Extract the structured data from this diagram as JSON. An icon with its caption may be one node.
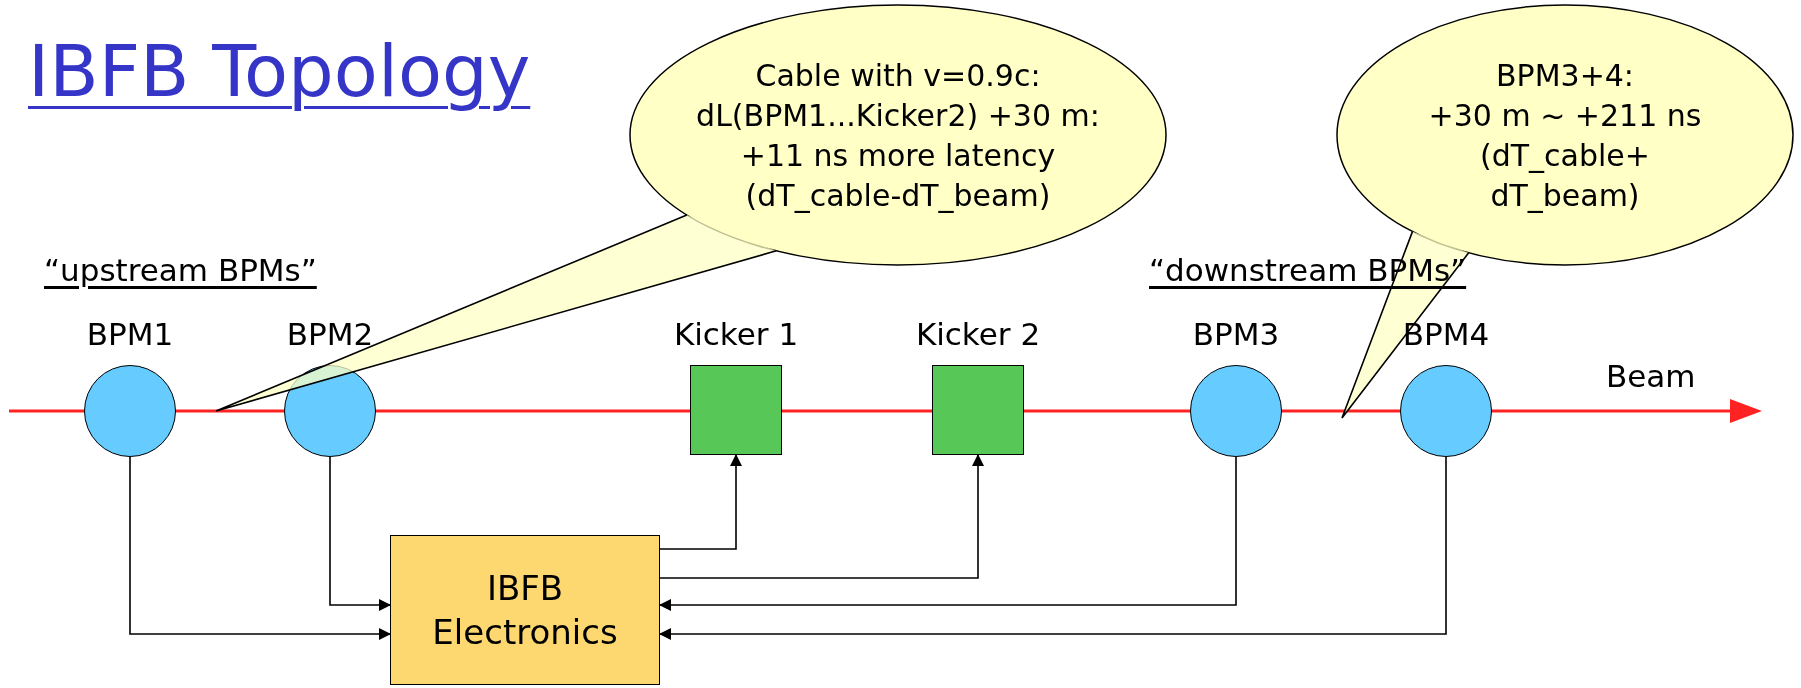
{
  "diagram": {
    "title": "IBFB Topology",
    "nodes": [
      {
        "text": [
          "Cable with v=0.9c: dL(BPM1...Kicker2) +30 m: +11 ns more latency (dT_cable-dT_beam)"
        ]
      },
      {
        "text": [
          "BPM3+4: +30 m ~ +211 ns (dT_cable+ dT_beam)"
        ]
      },
      {
        "text": [
          "BPM1"
        ]
      },
      {
        "text": [
          "BPM2"
        ]
      },
      {
        "text": [
          "Kicker 1"
        ]
      },
      {
        "text": [
          "Kicker 2"
        ]
      },
      {
        "text": [
          "BPM3"
        ]
      },
      {
        "text": [
          "BPM4"
        ]
      },
      {
        "text": [
          "IBFB Electronics"
        ]
      }
    ],
    "edges": [
      {
        "from": 2,
        "to": 8,
        "arrow": "to"
      },
      {
        "from": 3,
        "to": 8,
        "arrow": "to"
      },
      {
        "from": 8,
        "to": 4,
        "arrow": "to"
      },
      {
        "from": 8,
        "to": 5,
        "arrow": "to"
      },
      {
        "from": 6,
        "to": 8,
        "arrow": "to"
      },
      {
        "from": 7,
        "to": 8,
        "arrow": "to"
      },
      {
        "from": 0,
        "to": null,
        "arrow": "none"
      },
      {
        "from": 1,
        "to": null,
        "arrow": "none"
      }
    ],
    "labels": [
      "“upstream BPMs”",
      "“downstream BPMs”",
      "Beam"
    ]
  }
}
